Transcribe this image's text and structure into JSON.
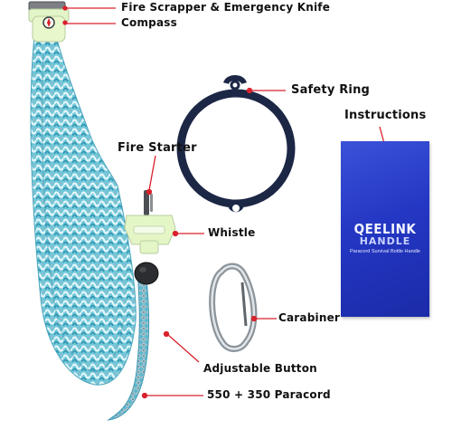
{
  "labels": {
    "fire_scraper": "Fire Scrapper & Emergency Knife",
    "compass": "Compass",
    "safety_ring": "Safety Ring",
    "instructions": "Instructions",
    "fire_starter": "Fire Starter",
    "whistle": "Whistle",
    "carabiner": "Carabiner",
    "adjustable_button": "Adjustable Button",
    "paracord": "550 + 350 Paracord"
  },
  "card": {
    "brand": "QEELINK",
    "product": "HANDLE",
    "subtitle": "Paracord Survival Bottle Handle"
  },
  "colors": {
    "arrow": "#d9202c",
    "ring": "#1c2746",
    "card": "#2437c4",
    "buckle": "#e8f7cc",
    "paracord_blue": "#6cc9dc",
    "paracord_grey": "#9aa7ad"
  }
}
